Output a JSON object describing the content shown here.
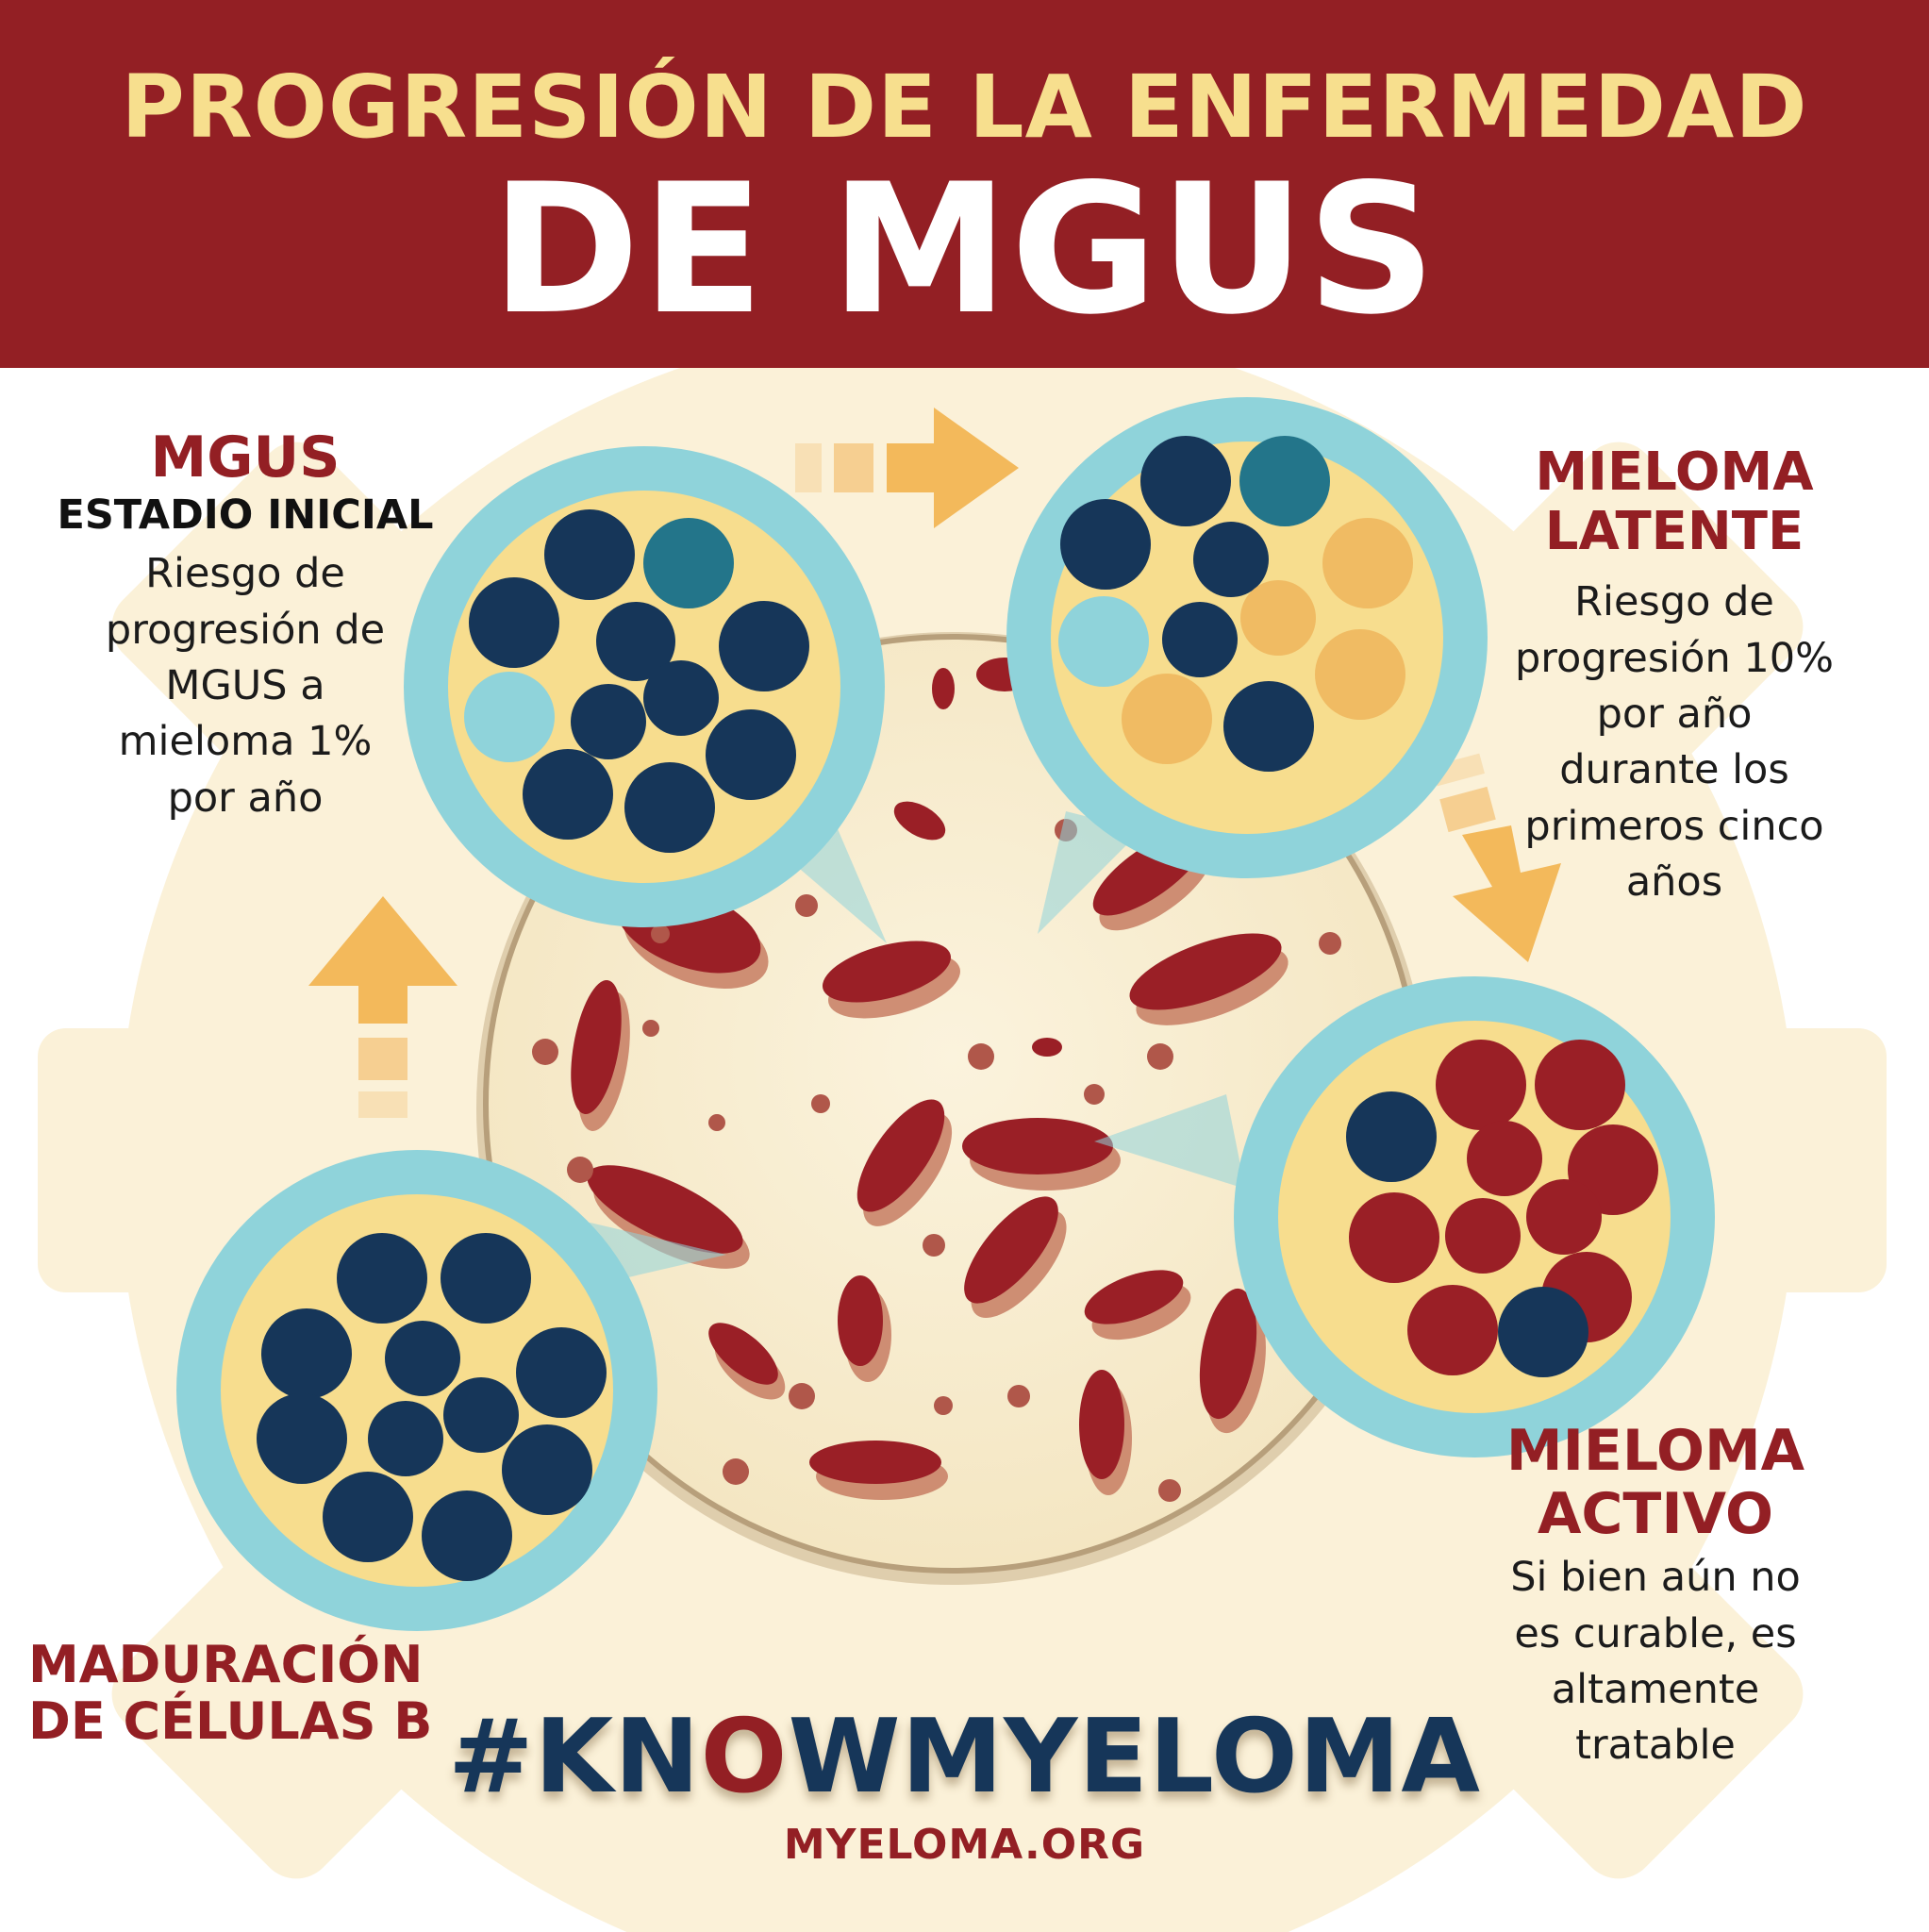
{
  "title": {
    "line1": "PROGRESIÓN DE LA ENFERMEDAD",
    "line2": "DE MGUS"
  },
  "stages": {
    "mgus": {
      "title": "MGUS",
      "subtitle": "ESTADIO INICIAL",
      "description": "Riesgo de\nprogresión de\nMGUS a\nmieloma 1%\npor año"
    },
    "smoldering": {
      "title_line1": "MIELOMA",
      "title_line2": "LATENTE",
      "description": "Riesgo de\nprogresión 10%\npor año\ndurante los\nprimeros cinco\naños"
    },
    "active": {
      "title_line1": "MIELOMA",
      "title_line2": "ACTIVO",
      "description": "Si bien aún no\nes curable, es\naltamente\ntratable"
    },
    "bcell": {
      "title_line1": "MADURACIÓN",
      "title_line2": "DE CÉLULAS B"
    }
  },
  "hashtag": {
    "part1": "#KN",
    "part2": "O",
    "part3": "WMYELOMA"
  },
  "website": "MYELOMA.ORG",
  "colors": {
    "brand_red": "#931f24",
    "title_yellow": "#f7df8e",
    "navy": "#163659",
    "teal": "#23758a",
    "light_blue": "#8fd3da",
    "orange": "#f0bb63",
    "cream": "#fbf1d8",
    "arrow": "#f3b95b"
  }
}
